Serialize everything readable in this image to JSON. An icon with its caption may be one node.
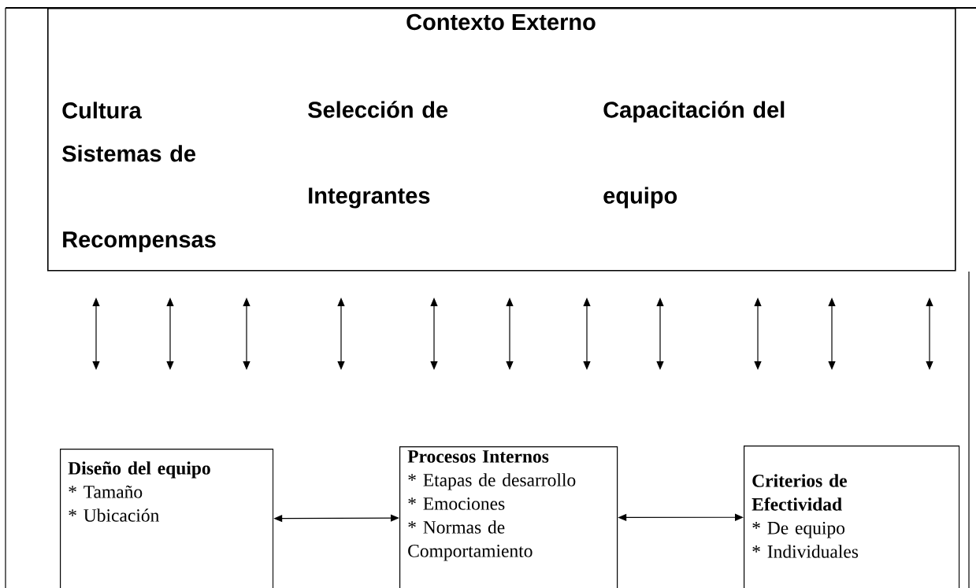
{
  "diagram": {
    "nodes": [
      {
        "text": [
          "Contexto Externo",
          "Cultura",
          "Sistemas de Recompensas",
          "Selección de Integrantes",
          "Capacitación del equipo"
        ]
      },
      {
        "text": [
          "Diseño del equipo",
          "* Tamaño",
          "* Ubicación"
        ]
      },
      {
        "text": [
          "Procesos Internos",
          "*  Etapas de desarrollo",
          "*  Emociones",
          "*  Normas de Comportamiento"
        ]
      },
      {
        "text": [
          "Criterios de Efectividad",
          "*  De equipo",
          "*  Individuales"
        ]
      }
    ],
    "edges": [
      {
        "from": 1,
        "to": 2,
        "arrow": "both"
      },
      {
        "from": 2,
        "to": 3,
        "arrow": "both"
      }
    ]
  }
}
